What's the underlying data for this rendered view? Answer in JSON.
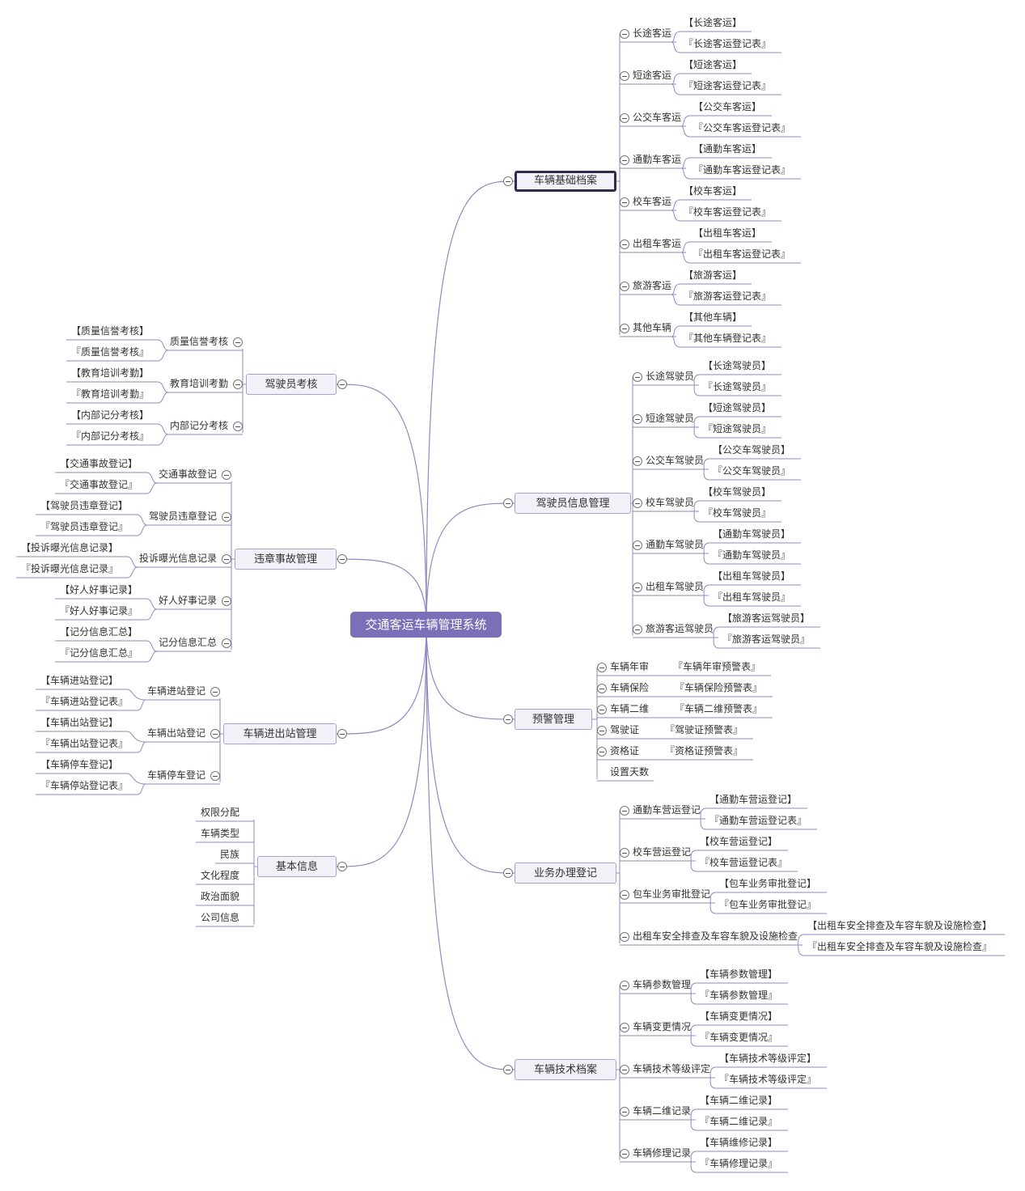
{
  "root": "交通客运车辆管理系统",
  "colors": {
    "root_bg": "#7a70b8",
    "line": "#8f89c2",
    "box_bg": "#f2f1f8",
    "box_border": "#a7a3c9"
  },
  "right_branches": [
    {
      "label": "车辆基础档案",
      "selected": true,
      "children": [
        {
          "label": "长途客运",
          "leaves": [
            "【长途客运】",
            "『长途客运登记表』"
          ]
        },
        {
          "label": "短途客运",
          "leaves": [
            "【短途客运】",
            "『短途客运登记表』"
          ]
        },
        {
          "label": "公交车客运",
          "leaves": [
            "【公交车客运】",
            "『公交车客运登记表』"
          ]
        },
        {
          "label": "通勤车客运",
          "leaves": [
            "【通勤车客运】",
            "『通勤车客运登记表』"
          ]
        },
        {
          "label": "校车客运",
          "leaves": [
            "【校车客运】",
            "『校车客运登记表』"
          ]
        },
        {
          "label": "出租车客运",
          "leaves": [
            "【出租车客运】",
            "『出租车客运登记表』"
          ]
        },
        {
          "label": "旅游客运",
          "leaves": [
            "【旅游客运】",
            "『旅游客运登记表』"
          ]
        },
        {
          "label": "其他车辆",
          "leaves": [
            "【其他车辆】",
            "『其他车辆登记表』"
          ]
        }
      ]
    },
    {
      "label": "驾驶员信息管理",
      "children": [
        {
          "label": "长途驾驶员",
          "leaves": [
            "【长途驾驶员】",
            "『长途驾驶员』"
          ]
        },
        {
          "label": "短途驾驶员",
          "leaves": [
            "【短途驾驶员】",
            "『短途驾驶员』"
          ]
        },
        {
          "label": "公交车驾驶员",
          "leaves": [
            "【公交车驾驶员】",
            "『公交车驾驶员』"
          ]
        },
        {
          "label": "校车驾驶员",
          "leaves": [
            "【校车驾驶员】",
            "『校车驾驶员』"
          ]
        },
        {
          "label": "通勤车驾驶员",
          "leaves": [
            "【通勤车驾驶员】",
            "『通勤车驾驶员』"
          ]
        },
        {
          "label": "出租车驾驶员",
          "leaves": [
            "【出租车驾驶员】",
            "『出租车驾驶员』"
          ]
        },
        {
          "label": "旅游客运驾驶员",
          "leaves": [
            "【旅游客运驾驶员】",
            "『旅游客运驾驶员』"
          ]
        }
      ]
    },
    {
      "label": "预警管理",
      "children": [
        {
          "label": "车辆年审",
          "leaves": [
            "『车辆年审预警表』"
          ]
        },
        {
          "label": "车辆保险",
          "leaves": [
            "『车辆保险预警表』"
          ]
        },
        {
          "label": "车辆二维",
          "leaves": [
            "『车辆二维预警表』"
          ]
        },
        {
          "label": "驾驶证",
          "leaves": [
            "『驾驶证预警表』"
          ]
        },
        {
          "label": "资格证",
          "leaves": [
            "『资格证预警表』"
          ]
        },
        {
          "label": "设置天数",
          "leaves": []
        }
      ]
    },
    {
      "label": "业务办理登记",
      "children": [
        {
          "label": "通勤车营运登记",
          "leaves": [
            "【通勤车营运登记】",
            "『通勤车营运登记表』"
          ]
        },
        {
          "label": "校车营运登记",
          "leaves": [
            "【校车营运登记】",
            "『校车营运登记表』"
          ]
        },
        {
          "label": "包车业务审批登记",
          "leaves": [
            "【包车业务审批登记】",
            "『包车业务审批登记』"
          ]
        },
        {
          "label": "出租车安全排查及车容车貌及设施检查",
          "leaves": [
            "【出租车安全排查及车容车貌及设施检查】",
            "『出租车安全排查及车容车貌及设施检查』"
          ]
        }
      ]
    },
    {
      "label": "车辆技术档案",
      "children": [
        {
          "label": "车辆参数管理",
          "leaves": [
            "【车辆参数管理】",
            "『车辆参数管理』"
          ]
        },
        {
          "label": "车辆变更情况",
          "leaves": [
            "【车辆变更情况】",
            "『车辆变更情况』"
          ]
        },
        {
          "label": "车辆技术等级评定",
          "leaves": [
            "【车辆技术等级评定】",
            "『车辆技术等级评定』"
          ]
        },
        {
          "label": "车辆二维记录",
          "leaves": [
            "【车辆二维记录】",
            "『车辆二维记录』"
          ]
        },
        {
          "label": "车辆修理记录",
          "leaves": [
            "【车辆维修记录】",
            "『车辆修理记录』"
          ]
        }
      ]
    }
  ],
  "left_branches": [
    {
      "label": "驾驶员考核",
      "children": [
        {
          "label": "质量信誉考核",
          "leaves": [
            "【质量信誉考核】",
            "『质量信誉考核』"
          ]
        },
        {
          "label": "教育培训考勤",
          "leaves": [
            "【教育培训考勤】",
            "『教育培训考勤』"
          ]
        },
        {
          "label": "内部记分考核",
          "leaves": [
            "【内部记分考核】",
            "『内部记分考核』"
          ]
        }
      ]
    },
    {
      "label": "违章事故管理",
      "children": [
        {
          "label": "交通事故登记",
          "leaves": [
            "【交通事故登记】",
            "『交通事故登记』"
          ]
        },
        {
          "label": "驾驶员违章登记",
          "leaves": [
            "【驾驶员违章登记】",
            "『驾驶员违章登记』"
          ]
        },
        {
          "label": "投诉曝光信息记录",
          "leaves": [
            "【投诉曝光信息记录】",
            "『投诉曝光信息记录』"
          ]
        },
        {
          "label": "好人好事记录",
          "leaves": [
            "【好人好事记录】",
            "『好人好事记录』"
          ]
        },
        {
          "label": "记分信息汇总",
          "leaves": [
            "【记分信息汇总】",
            "『记分信息汇总』"
          ]
        }
      ]
    },
    {
      "label": "车辆进出站管理",
      "children": [
        {
          "label": "车辆进站登记",
          "leaves": [
            "【车辆进站登记】",
            "『车辆进站登记表』"
          ]
        },
        {
          "label": "车辆出站登记",
          "leaves": [
            "【车辆出站登记】",
            "『车辆出站登记表』"
          ]
        },
        {
          "label": "车辆停车登记",
          "leaves": [
            "【车辆停车登记】",
            "『车辆停站登记表』"
          ]
        }
      ]
    },
    {
      "label": "基本信息",
      "children": [
        {
          "label": "权限分配",
          "leaves": []
        },
        {
          "label": "车辆类型",
          "leaves": []
        },
        {
          "label": "民族",
          "leaves": []
        },
        {
          "label": "文化程度",
          "leaves": []
        },
        {
          "label": "政治面貌",
          "leaves": []
        },
        {
          "label": "公司信息",
          "leaves": []
        }
      ]
    }
  ]
}
